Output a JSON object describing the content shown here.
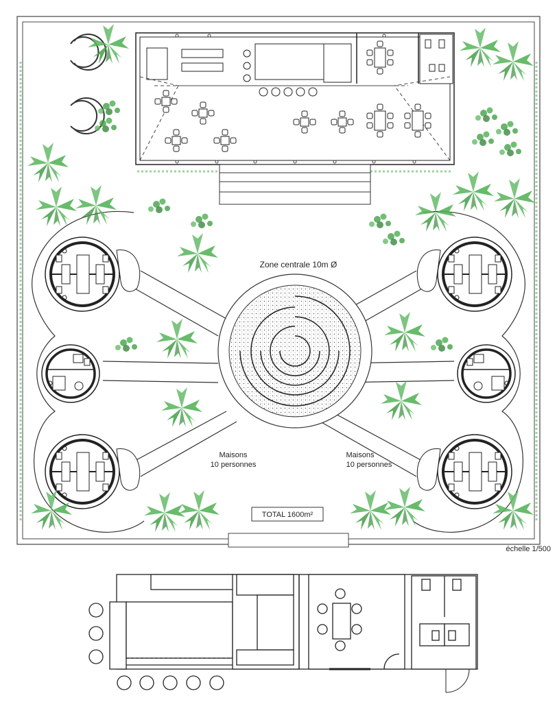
{
  "labels": {
    "central_zone": "Zone centrale 10m Ø",
    "houses_left_line1": "Maisons",
    "houses_left_line2": "10 personnes",
    "houses_right_line1": "Maisons",
    "houses_right_line2": "10 personnes",
    "total": "TOTAL 1600m²",
    "scale": "échelle 1/500"
  },
  "colors": {
    "line": "#333333",
    "vegetation": "#4caf50",
    "vegetation_dark": "#2e7d32",
    "gravel": "#555555"
  }
}
